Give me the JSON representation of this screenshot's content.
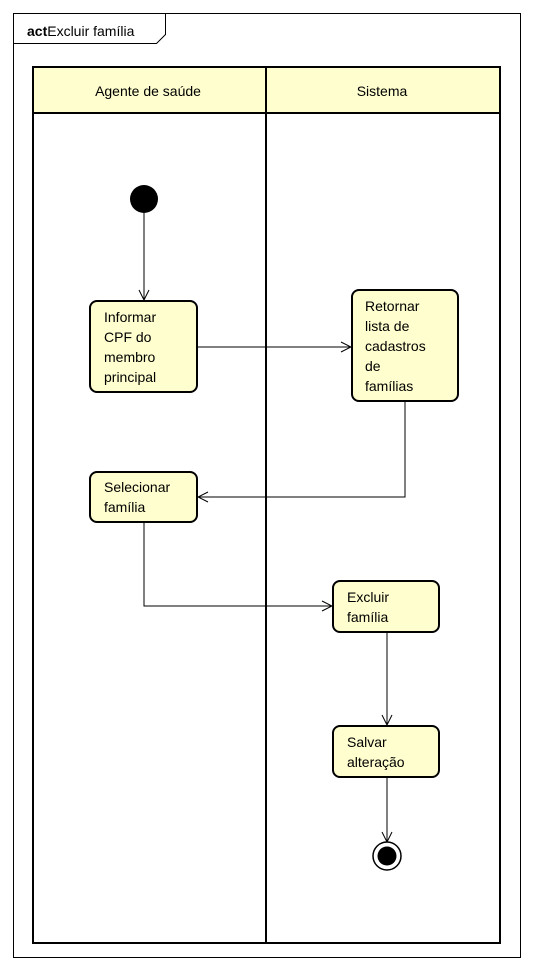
{
  "frame": {
    "keyword": "act",
    "name": "Excluir família"
  },
  "lanes": [
    {
      "title": "Agente de saúde"
    },
    {
      "title": "Sistema"
    }
  ],
  "actions": {
    "informar_cpf": [
      "Informar",
      "CPF do",
      "membro",
      "principal"
    ],
    "retornar_lista": [
      "Retornar",
      "lista de",
      "cadastros",
      "de",
      "famílias"
    ],
    "selecionar_familia": [
      "Selecionar",
      "família"
    ],
    "excluir_familia": [
      "Excluir",
      "família"
    ],
    "salvar_alteracao": [
      "Salvar",
      "alteração"
    ]
  },
  "colors": {
    "lane_header_fill": "#FEFECE",
    "action_fill": "#FEFECE",
    "line": "#000000"
  }
}
